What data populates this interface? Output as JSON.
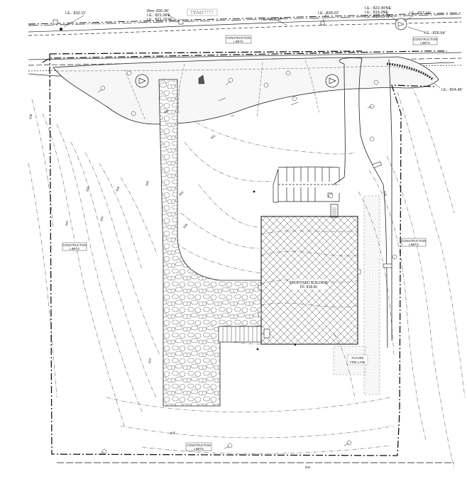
{
  "labels": {
    "ie_832": "I.E.: 832.11'",
    "rim": "Rim: 830.36'",
    "ie_821_e": "I.E.: 821.06'E",
    "ie_821_w": "I.E.: 821.16'W",
    "tbm": "TBM#7777",
    "ie_828_37": "I.E.: 828.37'",
    "ie_828_02": "I.E.: 828.02'",
    "ie_822": "I.E.: 822.49'NE",
    "ie_819": "I.E.: 819.29'E",
    "ie_819_w": "I.E.: 819.39'W",
    "ie_827": "I.E.: 827.14'",
    "ie_826": "I.E.: 826.64'",
    "ie_824": "I.E.: 824.46'",
    "building_name": "PROPOSED BUILDING",
    "building_ff": "FF: 818.00",
    "future_fire_1": "FUTURE",
    "future_fire_2": "FIRE LANE"
  },
  "construction_limits": {
    "line1": "CONSTRUCTION",
    "line2": "LIMITS"
  },
  "contours": [
    "834",
    "832",
    "830",
    "828",
    "826",
    "824",
    "822",
    "820",
    "818",
    "816",
    "841",
    "838"
  ],
  "colors": {
    "line": "#222222",
    "contour": "#6a6a6a",
    "gravel": "#7a7a7a",
    "hatch": "#333333",
    "fire_lane": "#9a9a9a",
    "benchmark": "#8a8a8a"
  }
}
